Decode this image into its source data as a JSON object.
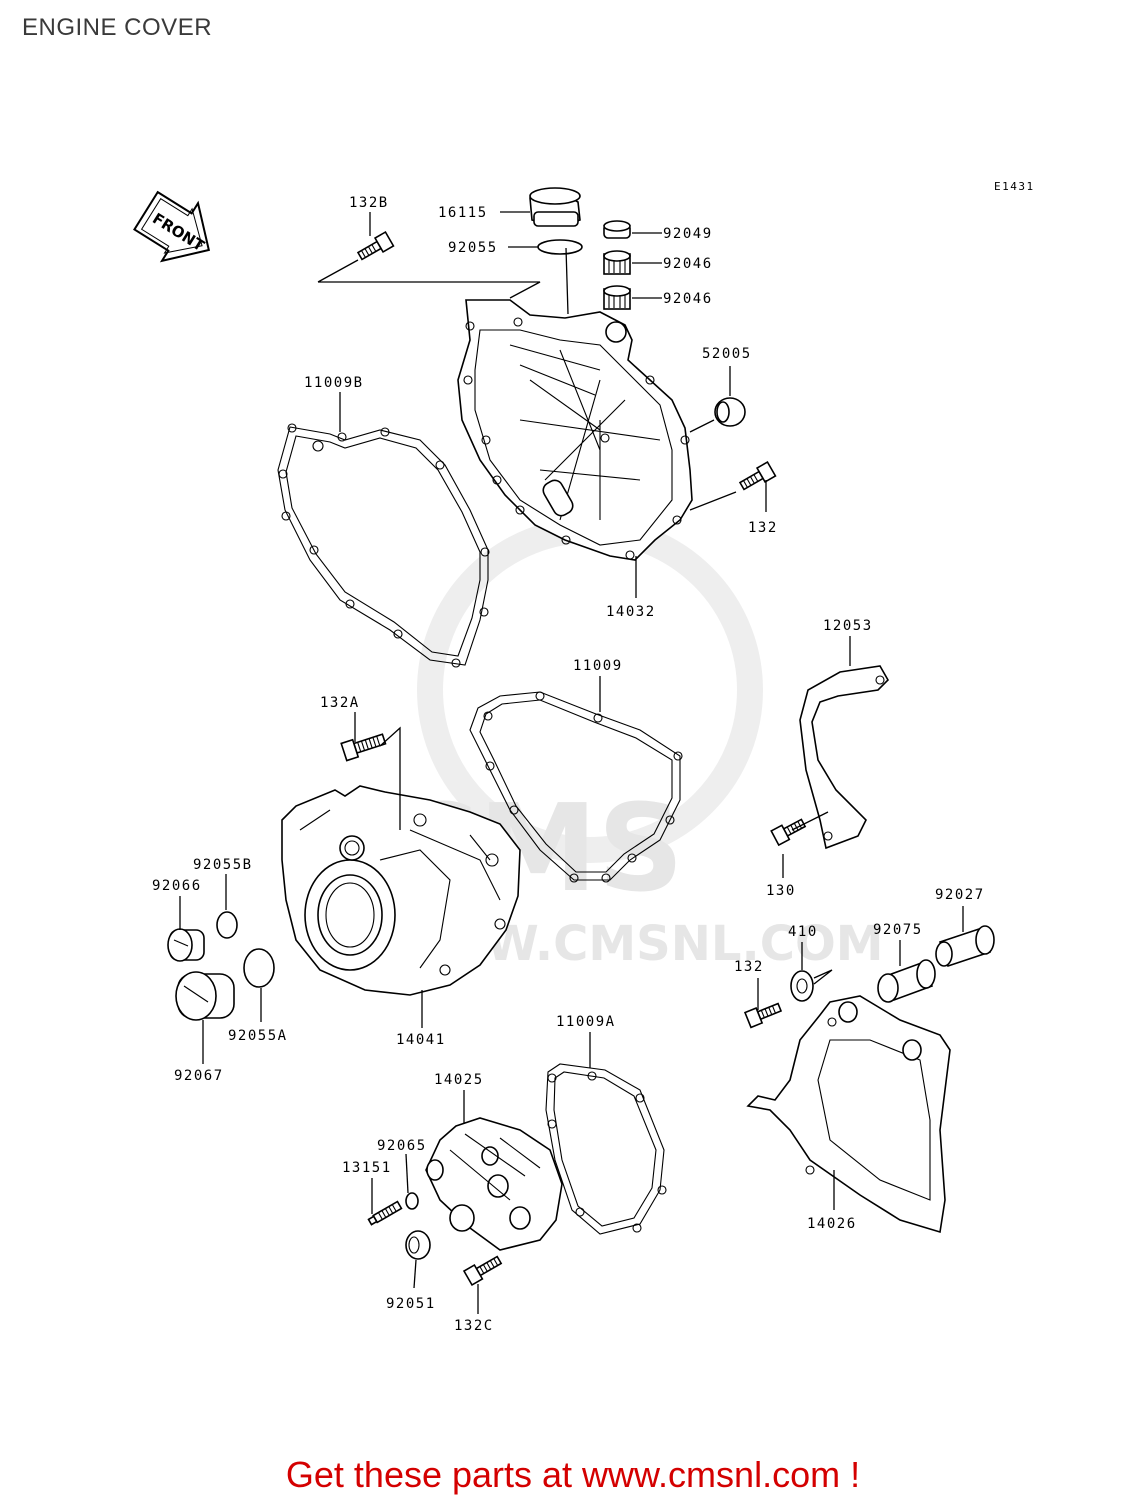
{
  "title": "ENGINE COVER",
  "diagram_code": "E1431",
  "front_label": "FRONT",
  "watermark": {
    "logo": "CMS",
    "url": "WWW.CMSNL.COM"
  },
  "footer": "Get these parts at www.cmsnl.com !",
  "parts": [
    {
      "id": "132B"
    },
    {
      "id": "16115"
    },
    {
      "id": "92055"
    },
    {
      "id": "92049"
    },
    {
      "id": "92046"
    },
    {
      "id": "92046"
    },
    {
      "id": "52005"
    },
    {
      "id": "11009B"
    },
    {
      "id": "132"
    },
    {
      "id": "14032"
    },
    {
      "id": "12053"
    },
    {
      "id": "11009"
    },
    {
      "id": "132A"
    },
    {
      "id": "130"
    },
    {
      "id": "92055B"
    },
    {
      "id": "92066"
    },
    {
      "id": "92027"
    },
    {
      "id": "410"
    },
    {
      "id": "92075"
    },
    {
      "id": "132"
    },
    {
      "id": "14041"
    },
    {
      "id": "92055A"
    },
    {
      "id": "11009A"
    },
    {
      "id": "92067"
    },
    {
      "id": "14025"
    },
    {
      "id": "92065"
    },
    {
      "id": "13151"
    },
    {
      "id": "14026"
    },
    {
      "id": "92051"
    },
    {
      "id": "132C"
    }
  ]
}
